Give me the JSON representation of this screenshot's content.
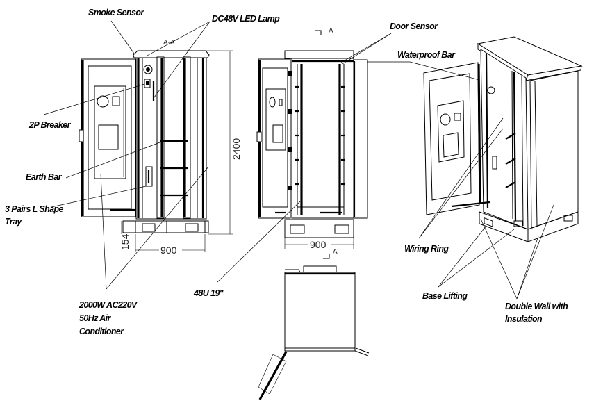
{
  "diagram": {
    "title": "Outdoor cabinet assembly drawing",
    "labels": {
      "smoke_sensor": "Smoke Sensor",
      "led_lamp": "DC48V  LED Lamp",
      "breaker": "2P Breaker",
      "earth_bar": "Earth Bar",
      "tray_line1": "3 Pairs L Shape",
      "tray_line2": "Tray",
      "ac_line1": "2000W AC220V",
      "ac_line2": "50Hz Air",
      "ac_line3": "Conditioner",
      "rack": "48U  19\"",
      "door_sensor": "Door Sensor",
      "waterproof_bar": "Waterproof Bar",
      "wiring_ring": "Wiring Ring",
      "base_lifting": "Base Lifting",
      "wall_line1": "Double Wall with",
      "wall_line2": "Insulation"
    },
    "dimensions": {
      "height": "2400",
      "base_height": "154",
      "width_left": "900",
      "width_middle": "900"
    },
    "section_marks": {
      "section_view": "A-A",
      "mark_top": "A",
      "mark_bottom": "A"
    },
    "colors": {
      "line": "#000000",
      "background": "#ffffff"
    }
  }
}
